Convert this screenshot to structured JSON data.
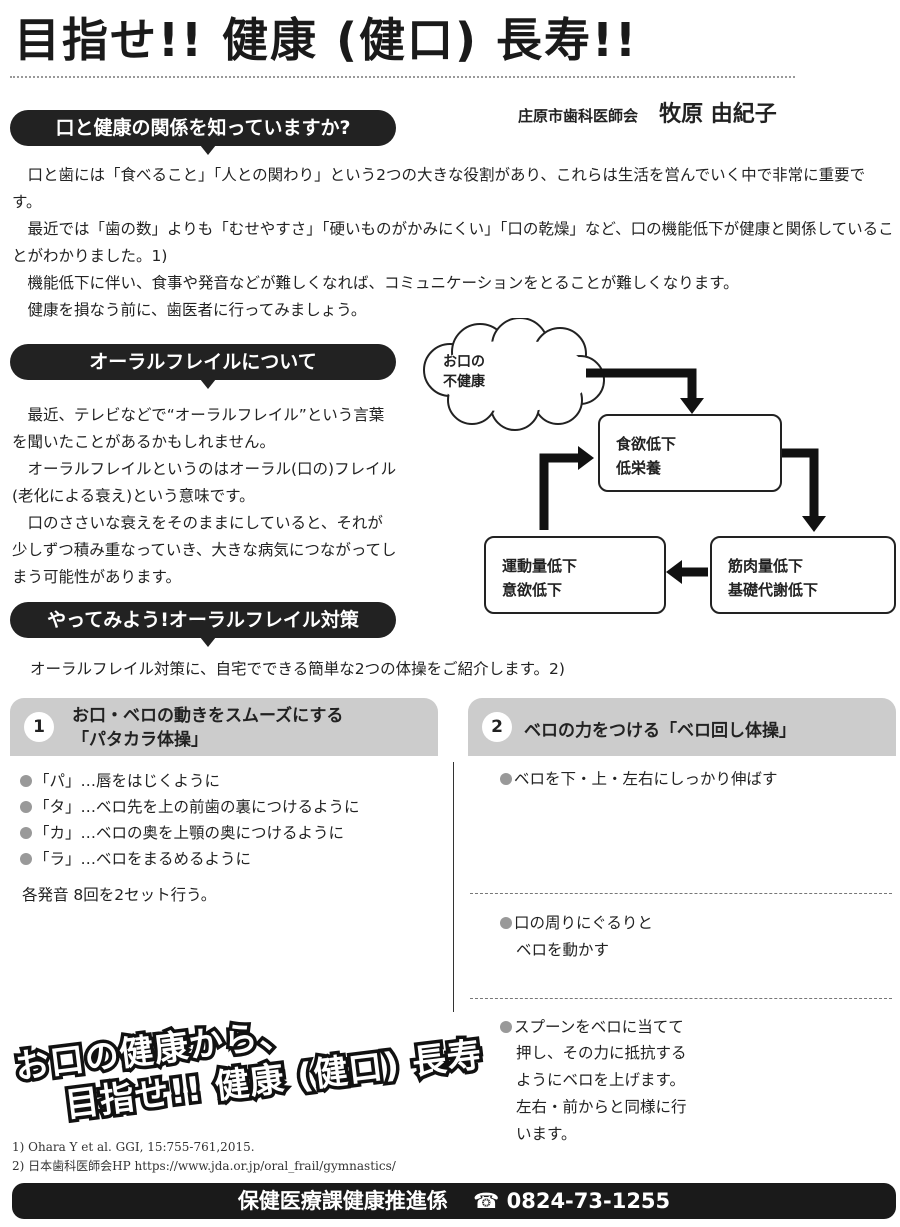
{
  "title": "目指せ!! 健康 (健口) 長寿!!",
  "author": {
    "org": "庄原市歯科医師会",
    "name": "牧原 由紀子"
  },
  "section1": {
    "heading": "口と健康の関係を知っていますか?",
    "paragraphs": [
      "口と歯には「食べること」「人との関わり」という2つの大きな役割があり、これらは生活を営んでいく中で非常に重要です。",
      "最近では「歯の数」よりも「むせやすさ」「硬いものがかみにくい」「口の乾燥」など、口の機能低下が健康と関係していることがわかりました。1)",
      "機能低下に伴い、食事や発音などが難しくなれば、コミュニケーションをとることが難しくなります。",
      "健康を損なう前に、歯医者に行ってみましょう。"
    ]
  },
  "section2": {
    "heading": "オーラルフレイルについて",
    "paragraphs": [
      "最近、テレビなどで“オーラルフレイル”という言葉を聞いたことがあるかもしれません。",
      "オーラルフレイルというのはオーラル(口の)フレイル(老化による衰え)という意味です。",
      "口のささいな衰えをそのままにしていると、それが少しずつ積み重なっていき、大きな病気につながってしまう可能性があります。"
    ]
  },
  "diagram": {
    "start": [
      "お口の",
      "不健康"
    ],
    "nodes": [
      [
        "食欲低下",
        "低栄養"
      ],
      [
        "筋肉量低下",
        "基礎代謝低下"
      ],
      [
        "運動量低下",
        "意欲低下"
      ]
    ]
  },
  "section3": {
    "heading": "やってみよう!オーラルフレイル対策",
    "intro": "オーラルフレイル対策に、自宅でできる簡単な2つの体操をご紹介します。2)"
  },
  "exercise1": {
    "number": "1",
    "title_line1": "お口・ベロの動きをスムーズにする",
    "title_line2": "「パタカラ体操」",
    "items": [
      "「パ」…唇をはじくように",
      "「タ」…ベロ先を上の前歯の裏につけるように",
      "「カ」…ベロの奥を上顎の奥につけるように",
      "「ラ」…ベロをまるめるように"
    ],
    "note": "各発音 8回を2セット行う。"
  },
  "exercise2": {
    "number": "2",
    "title": "ベロの力をつける「ベロ回し体操」",
    "items": [
      [
        "ベロを下・上・左右にしっかり伸ばす"
      ],
      [
        "口の周りにぐるりと",
        "ベロを動かす"
      ],
      [
        "スプーンをベロに当てて",
        "押し、その力に抵抗する",
        "ようにベロを上げます。",
        "左右・前からと同様に行",
        "います。"
      ]
    ]
  },
  "slogan": {
    "line1": "お口の健康から、",
    "line2": "目指せ!! 健康 (健口) 長寿"
  },
  "references": [
    "1) Ohara Y et al. GGI, 15:755-761,2015.",
    "2) 日本歯科医師会HP https://www.jda.or.jp/oral_frail/gymnastics/"
  ],
  "footer": {
    "department": "保健医療課健康推進係",
    "phone_icon": "phone-icon",
    "phone": "0824-73-1255"
  }
}
